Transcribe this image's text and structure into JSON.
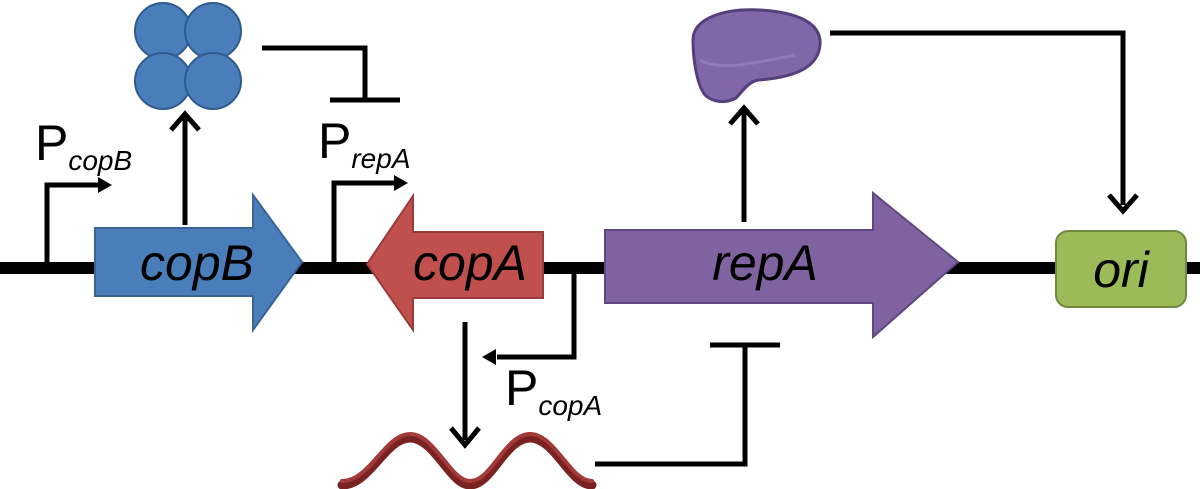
{
  "genes": {
    "copB": {
      "label": "copB",
      "color": "#4a7ebb",
      "stroke": "#3a6396"
    },
    "copA": {
      "label": "copA",
      "color": "#c0504d",
      "stroke": "#9b3b39"
    },
    "repA": {
      "label": "repA",
      "color": "#7f63a1",
      "stroke": "#5f4880"
    },
    "ori": {
      "label": "ori",
      "color": "#9bbb59",
      "stroke": "#71893f"
    }
  },
  "promoters": {
    "copB": {
      "main": "P",
      "sub": "copB"
    },
    "repA": {
      "main": "P",
      "sub": "repA"
    },
    "copA": {
      "main": "P",
      "sub": "copA"
    }
  },
  "colors": {
    "dna": "#000000",
    "copB_protein": "#4a7ebb",
    "repA_protein": "#7f63a1",
    "rna": "#8b2a2a"
  }
}
